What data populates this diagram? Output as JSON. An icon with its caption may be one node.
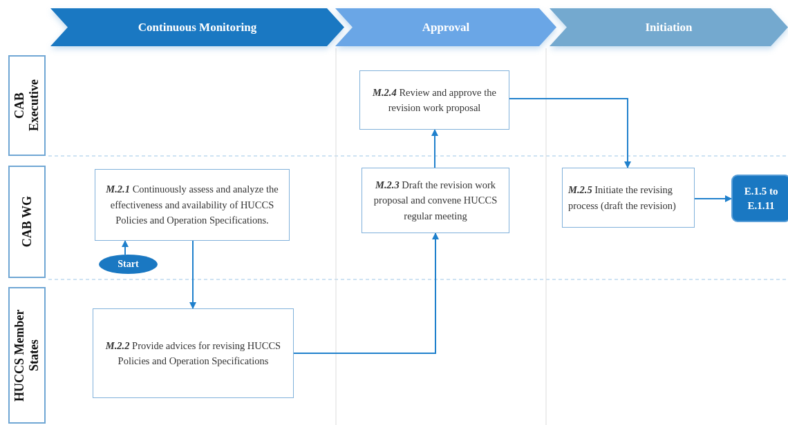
{
  "diagram": {
    "nodes": [
      {
        "text": [
          "Continuous Monitoring"
        ]
      },
      {
        "text": [
          "Approval"
        ]
      },
      {
        "text": [
          "Initiation"
        ]
      },
      {
        "text": [
          "CAB Executive"
        ]
      },
      {
        "text": [
          "CAB WG"
        ]
      },
      {
        "text": [
          "HUCCS Member States"
        ]
      },
      {
        "text": [
          "*M.2.4* Review and approve the revision work proposal"
        ]
      },
      {
        "text": [
          "*M.2.1* Continuously assess and analyze the effectiveness and availability of HUCCS Policies and Operation Specifications."
        ]
      },
      {
        "text": [
          "*M.2.3* Draft the revision work proposal  and convene  HUCCS regular meeting"
        ]
      },
      {
        "text": [
          "*M.2.5* Initiate the revising process (draft the revision)"
        ]
      },
      {
        "text": [
          "E.1.5 to E.1.11"
        ]
      },
      {
        "text": [
          "Start"
        ]
      },
      {
        "text": [
          "*M.2.2* Provide advices for revising HUCCS Policies and Operation Specifications"
        ]
      }
    ],
    "edges": [
      {
        "from": 11,
        "to": 7,
        "arrow": "to"
      },
      {
        "from": 7,
        "to": 12,
        "arrow": "to"
      },
      {
        "from": 12,
        "to": 8,
        "arrow": "to"
      },
      {
        "from": 8,
        "to": 6,
        "arrow": "to"
      },
      {
        "from": 6,
        "to": 9,
        "arrow": "to"
      },
      {
        "from": 9,
        "to": 10,
        "arrow": "to"
      }
    ]
  }
}
